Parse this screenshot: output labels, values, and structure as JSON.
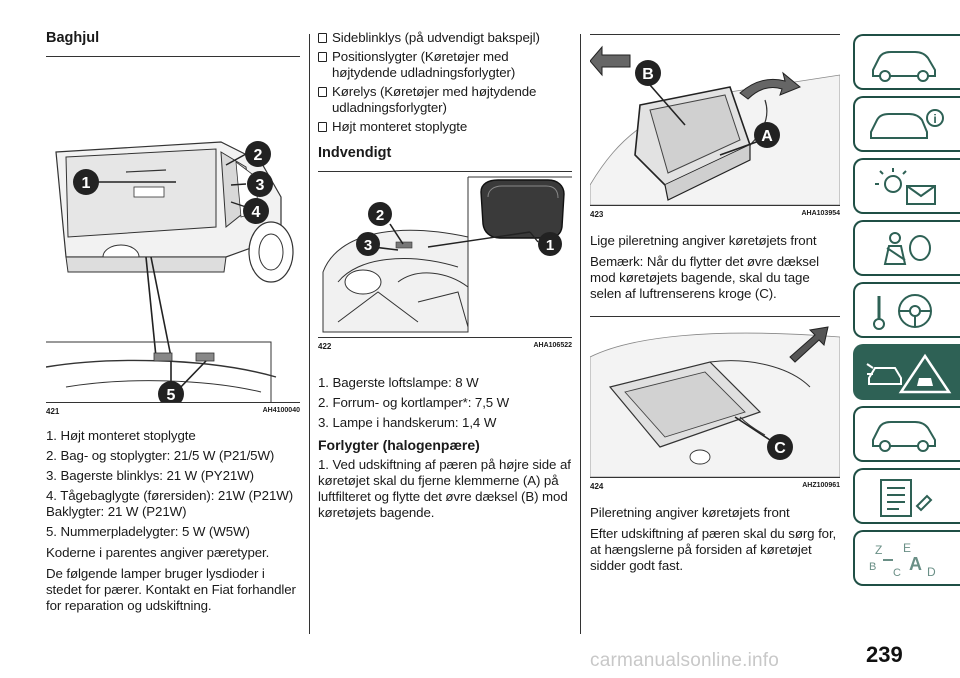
{
  "col1": {
    "heading": "Baghjul",
    "figure": {
      "number": "421",
      "code": "AH4100040",
      "callouts": [
        "1",
        "2",
        "3",
        "4",
        "5"
      ]
    },
    "items": [
      "1. Højt monteret stoplygte",
      "2. Bag- og stoplygter: 21/5 W (P21/5W)",
      "3. Bagerste blinklys: 21 W (PY21W)",
      "4. Tågebaglygte (førersiden): 21W (P21W) Baklygter: 21 W (P21W)",
      "5. Nummerpladelygter: 5 W (W5W)"
    ],
    "para1": "Koderne i parentes angiver pæretyper.",
    "para2": "De følgende lamper bruger lysdioder i stedet for pærer. Kontakt en Fiat forhandler for reparation og udskiftning."
  },
  "col2": {
    "lamps": [
      "Sideblinklys (på udvendigt bakspejl)",
      "Positionslygter (Køretøjer med højtydende udladningsforlygter)",
      "Kørelys (Køretøjer med højtydende udladningsforlygter)",
      "Højt monteret stoplygte"
    ],
    "heading": "Indvendigt",
    "figure": {
      "number": "422",
      "code": "AHA106522",
      "callouts": [
        "1",
        "2",
        "3"
      ]
    },
    "items": [
      "1. Bagerste loftslampe: 8 W",
      "2. Forrum- og kortlamper*: 7,5 W",
      "3. Lampe i handskerum: 1,4 W"
    ],
    "subheading": "Forlygter (halogenpære)",
    "para": "1. Ved udskiftning af pæren på højre side af køretøjet skal du fjerne klemmerne (A) på luftfilteret og flytte det øvre dæksel (B) mod køretøjets bagende."
  },
  "col3": {
    "figure1": {
      "number": "423",
      "code": "AHA103954",
      "callouts": [
        "A",
        "B"
      ]
    },
    "para1": "Lige pileretning angiver køretøjets front",
    "para2": "Bemærk:  Når du flytter det øvre dæksel mod køretøjets bagende, skal du tage selen af luftrenserens kroge (C).",
    "figure2": {
      "number": "424",
      "code": "AHZ100961",
      "callouts": [
        "C"
      ]
    },
    "para3": "Pileretning angiver køretøjets front",
    "para4": "Efter udskiftning af pæren skal du sørg for, at hængslerne på forsiden af køretøjet sidder godt fast."
  },
  "page_number": "239",
  "watermark": "carmanualsonline.info",
  "colors": {
    "tab_green": "#2e6155",
    "tab_border": "#1f4f45",
    "callout": "#222222"
  }
}
